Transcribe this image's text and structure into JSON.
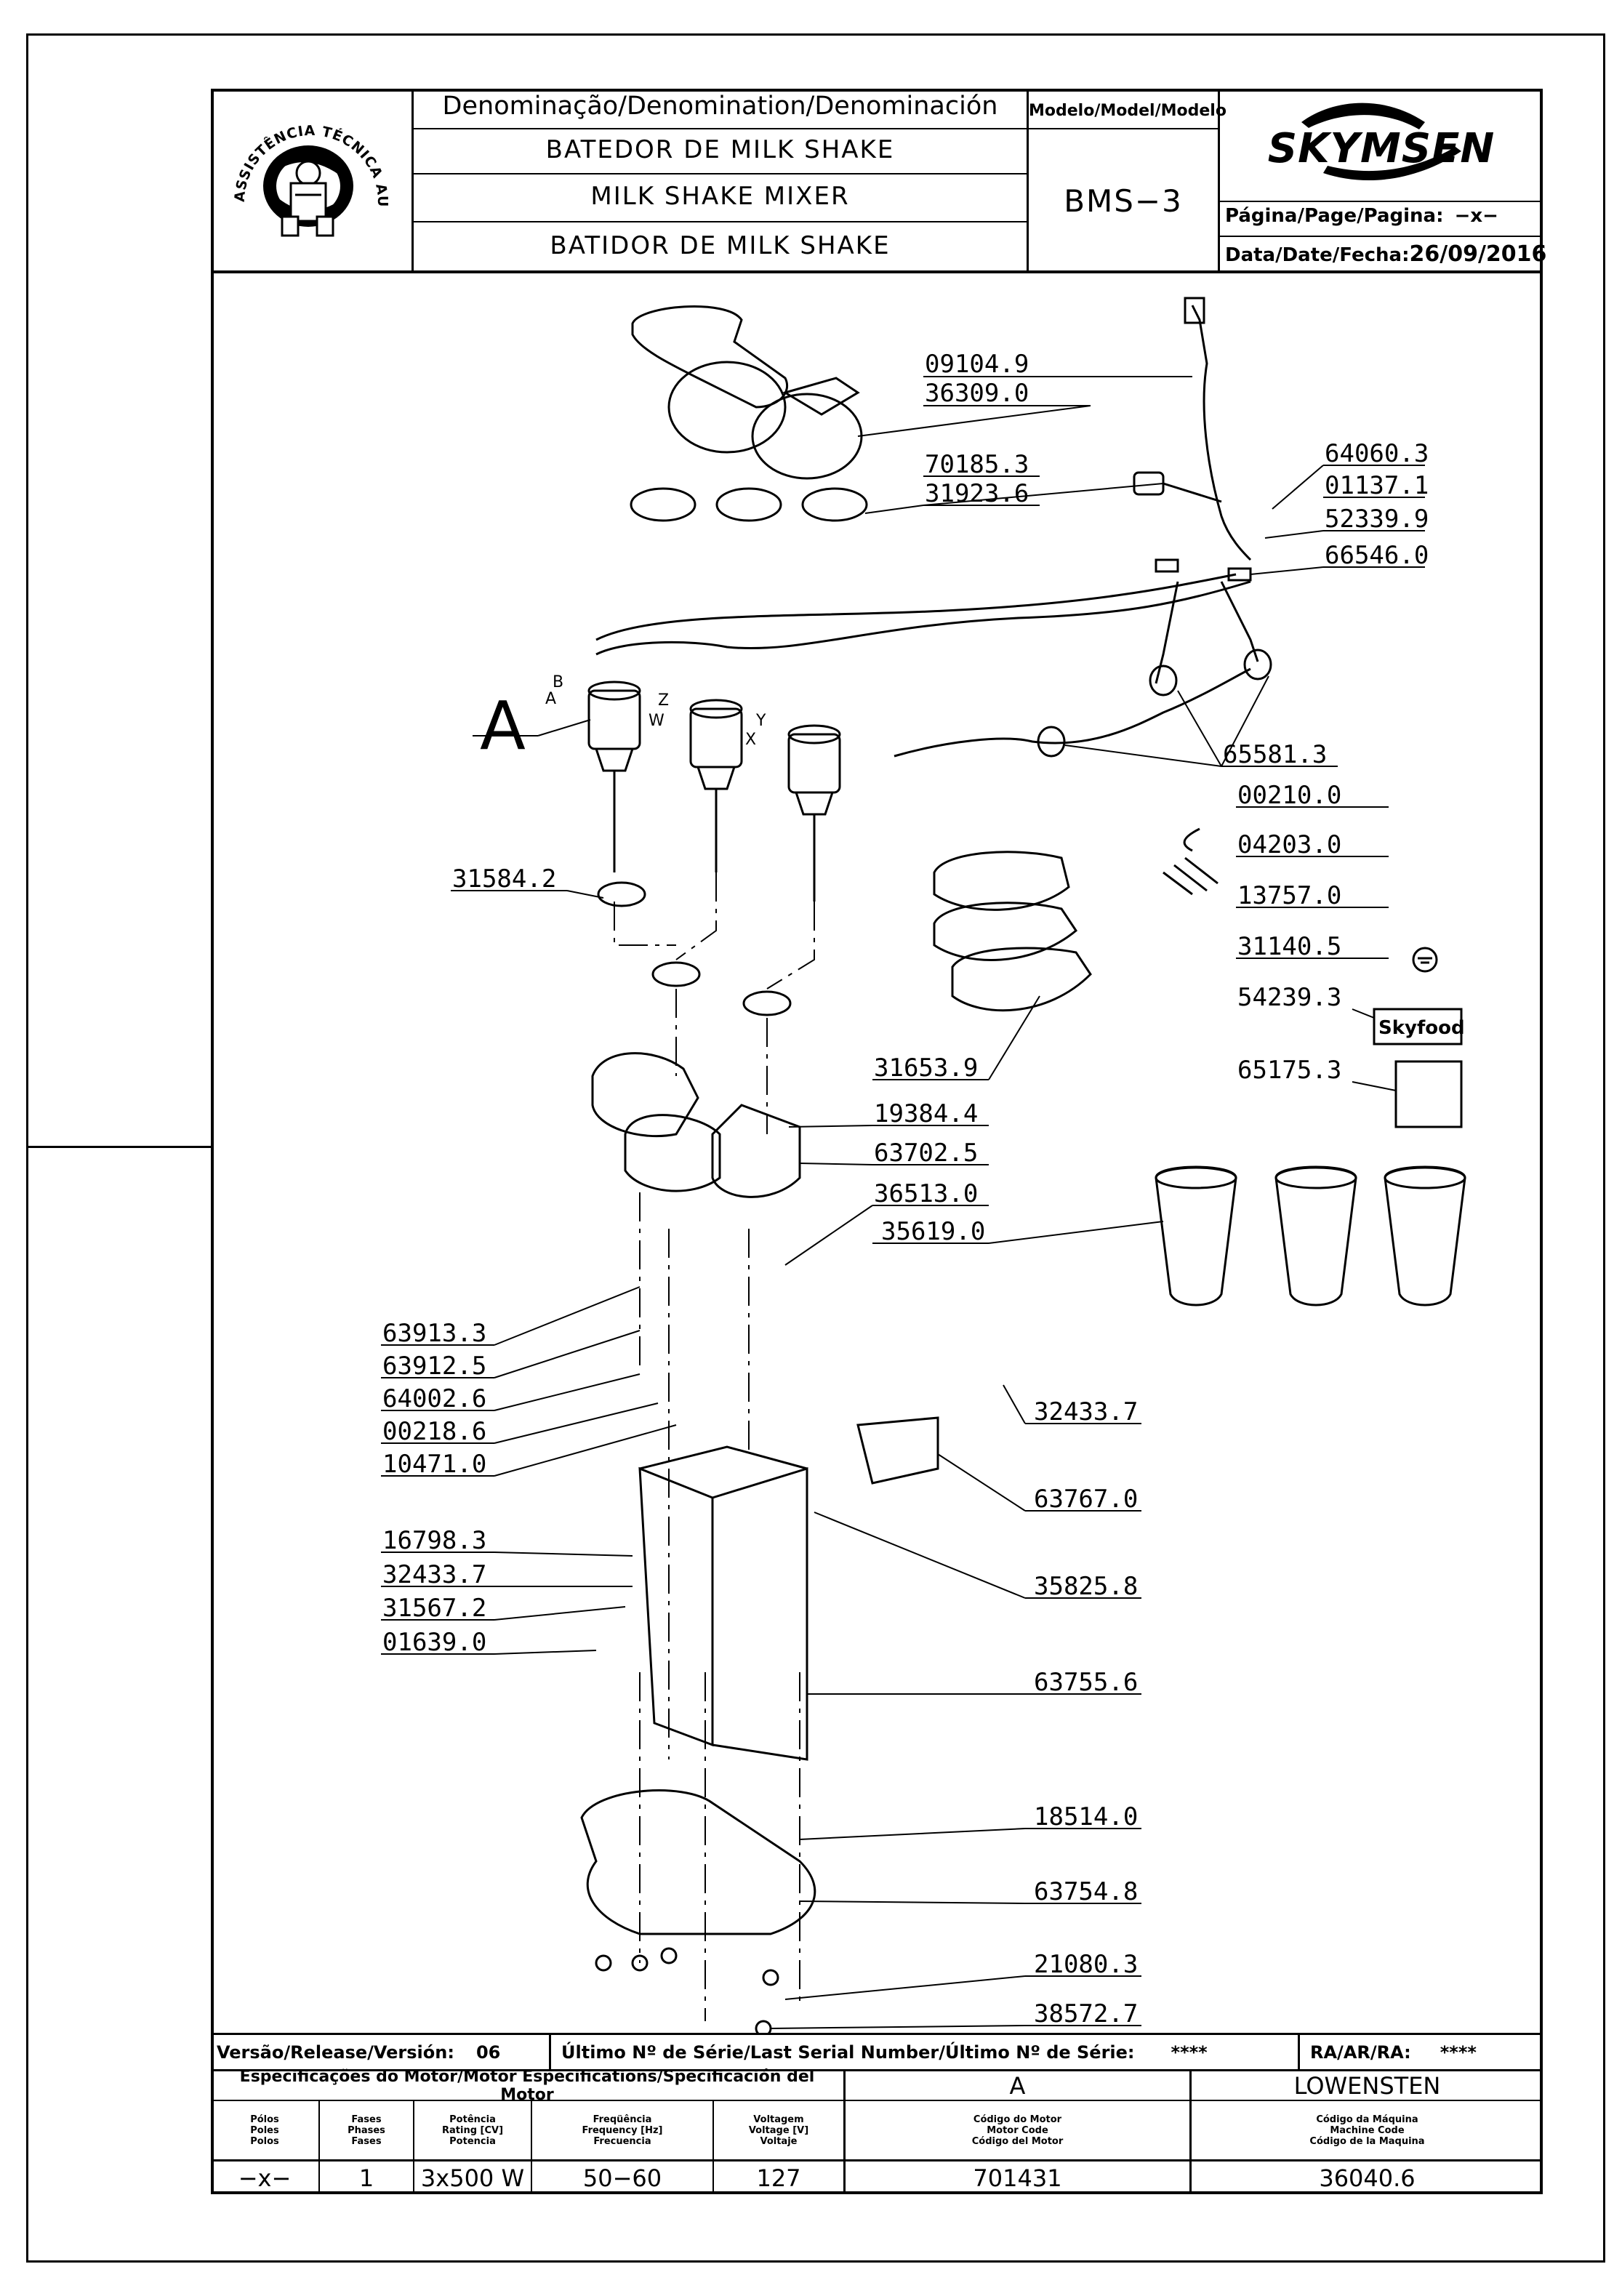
{
  "header": {
    "logo_text": "ASSISTÊNCIA TÉCNICA AUTORIZADA",
    "denomination_label": "Denominação/Denomination/Denominación",
    "names": [
      "BATEDOR DE MILK SHAKE",
      "MILK SHAKE MIXER",
      "BATIDOR DE MILK SHAKE"
    ],
    "model_label": "Modelo/Model/Modelo",
    "model_value": "BMS−3",
    "brand": "SKYMSEN",
    "page_label": "Página/Page/Pagina:",
    "page_value": "−x−",
    "date_label": "Data/Date/Fecha:",
    "date_value": "26/09/2016"
  },
  "diagram": {
    "view_letter": "A",
    "connector_letters": [
      "B",
      "A",
      "Z",
      "W",
      "Y",
      "X"
    ],
    "part_numbers": {
      "p09104": "09104.9",
      "p36309": "36309.0",
      "p70185": "70185.3",
      "p31923": "31923.6",
      "p64060": "64060.3",
      "p01137": "01137.1",
      "p52339": "52339.9",
      "p66546": "66546.0",
      "p65581": "65581.3",
      "p00210": "00210.0",
      "p04203": "04203.0",
      "p13757": "13757.0",
      "p31140": "31140.5",
      "p54239": "54239.3",
      "p65175": "65175.3",
      "p31584": "31584.2",
      "p31653": "31653.9",
      "p19384": "19384.4",
      "p63702": "63702.5",
      "p36513": "36513.0",
      "p35619": "35619.0",
      "p63913": "63913.3",
      "p63912": "63912.5",
      "p64002": "64002.6",
      "p00218": "00218.6",
      "p10471": "10471.0",
      "p32433a": "32433.7",
      "p63767": "63767.0",
      "p16798": "16798.3",
      "p32433b": "32433.7",
      "p31567": "31567.2",
      "p01639": "01639.0",
      "p35825": "35825.8",
      "p63755": "63755.6",
      "p18514": "18514.0",
      "p63754": "63754.8",
      "p21080": "21080.3",
      "p38572": "38572.7"
    },
    "sticker_brand": "Skyfood"
  },
  "footer": {
    "version_label": "Versão/Release/Versión:",
    "version_value": "06",
    "serial_label": "Último Nº de Série/Last Serial Number/Último Nº de Série:",
    "serial_value": "****",
    "ra_label": "RA/AR/RA:",
    "ra_value": "****",
    "motor_spec_label": "Especificações do Motor/Motor Especifications/Specificación del Motor",
    "motor_letter": "A",
    "manufacturer": "LOWENSTEN",
    "col_poles": "Pólos\nPoles\nPolos",
    "col_phases": "Fases\nPhases\nFases",
    "col_power": "Potência\nRating [CV]\nPotencia",
    "col_freq": "Freqüência\nFrequency [Hz]\nFrecuencia",
    "col_volt": "Voltagem\nVoltage [V]\nVoltaje",
    "col_motor_code": "Código do Motor\nMotor Code\nCódigo del Motor",
    "col_machine_code": "Código da Máquina\nMachine Code\nCódigo de la Maquina",
    "poles": "−x−",
    "phases": "1",
    "power": "3x500 W",
    "frequency": "50−60",
    "voltage": "127",
    "motor_code": "701431",
    "machine_code": "36040.6"
  }
}
